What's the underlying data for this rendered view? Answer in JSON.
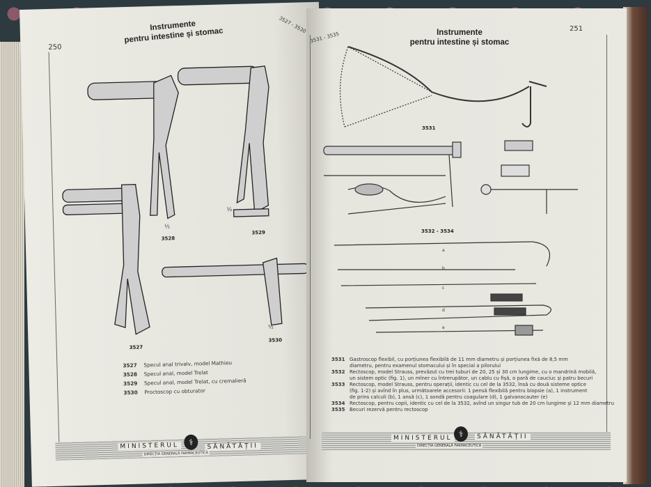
{
  "left_page": {
    "page_number": "250",
    "title_line1": "Instrumente",
    "title_line2": "pentru intestine și stomac",
    "range": "3527 - 3530",
    "figures": [
      "3528",
      "3529",
      "3527",
      "3530"
    ],
    "scale_marks": [
      "½",
      "½",
      "½"
    ],
    "items": [
      {
        "code": "3527",
        "text": "Specul anal trivalv, model Mathieu"
      },
      {
        "code": "3528",
        "text": "Specul anal, model Trelat"
      },
      {
        "code": "3529",
        "text": "Specul anal, model Trelat, cu cremalieră"
      },
      {
        "code": "3530",
        "text": "Proctoscop cu obturator"
      }
    ],
    "banner": {
      "left": "MINISTERUL",
      "right": "SĂNĂTĂȚII",
      "sub": "DIRECȚIA GENERALĂ FARMACEUTICĂ"
    }
  },
  "right_page": {
    "page_number": "251",
    "title_line1": "Instrumente",
    "title_line2": "pentru intestine și stomac",
    "range": "3531 - 3535",
    "figures": [
      "3531",
      "3532 - 3534"
    ],
    "part_letters": [
      "a",
      "b",
      "c",
      "d",
      "e"
    ],
    "descriptions": [
      {
        "code": "3531",
        "text": "Gastroscop flexibil, cu porțiunea flexibilă de 11 mm diametru și porțiunea fixă de 8,5 mm"
      },
      {
        "code": "",
        "text": "diametru, pentru examenul stomacului și în special a pilorului"
      },
      {
        "code": "3532",
        "text": "Rectoscop, model Strauss, prevăzut cu trei tuburi de 20, 25 și 30 cm lungime, cu o mandrină mobilă,"
      },
      {
        "code": "",
        "text": "un sistem optic (fig. 1), un mîner cu întrerupător, un cablu cu fișă, o pară de cauciuc și patru becuri"
      },
      {
        "code": "3533",
        "text": "Rectoscop, model Strauss, pentru operații, identic cu cel de la 3532, însă cu două sisteme optice"
      },
      {
        "code": "",
        "text": "(fig. 1-2) și avînd în plus, următoarele accesorii: 1 pensă flexibilă pentru biopsie (a), 1 instrument"
      },
      {
        "code": "",
        "text": "de prins calculi (b), 1 ansă (c), 1 sondă pentru coagulare (d), 1 galvanocauter (e)"
      },
      {
        "code": "3534",
        "text": "Rectoscop, pentru copii, identic cu cel de la 3532, avînd un singur tub de 20 cm lungime și 12 mm diametru"
      },
      {
        "code": "3535",
        "text": "Becuri rezervă pentru rectoscop"
      }
    ],
    "banner": {
      "left": "MINISTERUL",
      "right": "SĂNĂTĂȚII",
      "sub": "DIRECȚIA GENERALĂ FARMACEUTICĂ"
    }
  },
  "colors": {
    "paper": "#e9e8e1",
    "ink": "#222222",
    "background": "#2d3a3f",
    "book_edge": "#6b4a3a"
  }
}
